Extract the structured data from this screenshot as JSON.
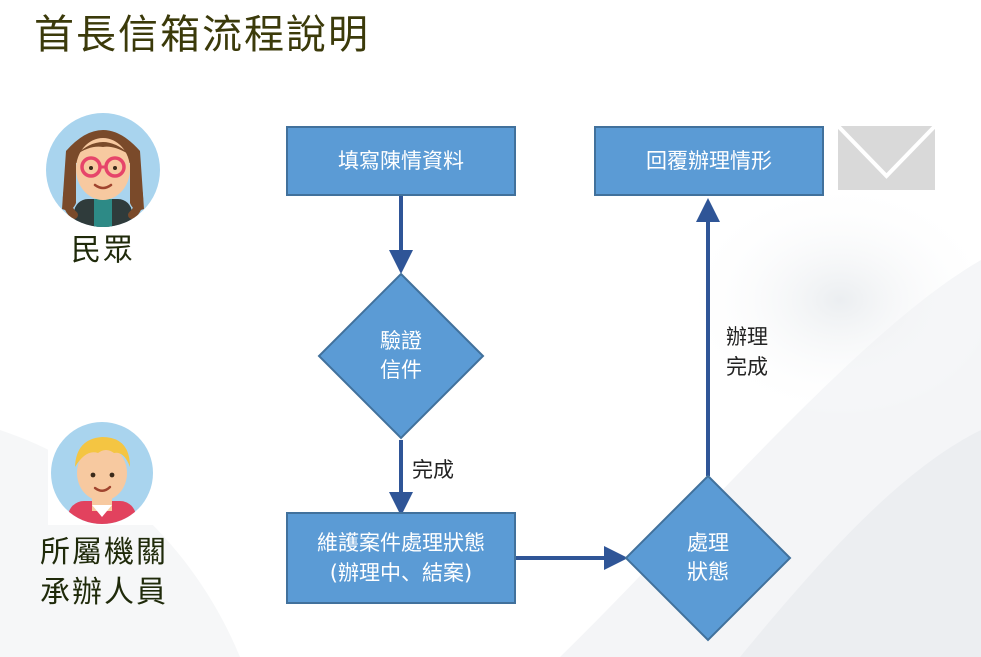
{
  "title": "首長信箱流程說明",
  "roles": {
    "citizen": "民眾",
    "agency_line1": "所屬機關",
    "agency_line2": "承辦人員"
  },
  "nodes": {
    "fill_form": "填寫陳情資料",
    "verify_line1": "驗證",
    "verify_line2": "信件",
    "maintain_line1": "維護案件處理狀態",
    "maintain_line2": "(辦理中、結案)",
    "status_line1": "處理",
    "status_line2": "狀態",
    "reply": "回覆辦理情形"
  },
  "edge_labels": {
    "verify_done": "完成",
    "handle_done_line1": "辦理",
    "handle_done_line2": "完成"
  },
  "colors": {
    "node_fill": "#5b9bd5",
    "node_border": "#41719c",
    "arrow": "#2f5597",
    "title": "#3b3a0a"
  },
  "icons": {
    "citizen_avatar": "girl-with-glasses-avatar",
    "agency_avatar": "boy-blonde-avatar",
    "envelope": "envelope-icon"
  }
}
